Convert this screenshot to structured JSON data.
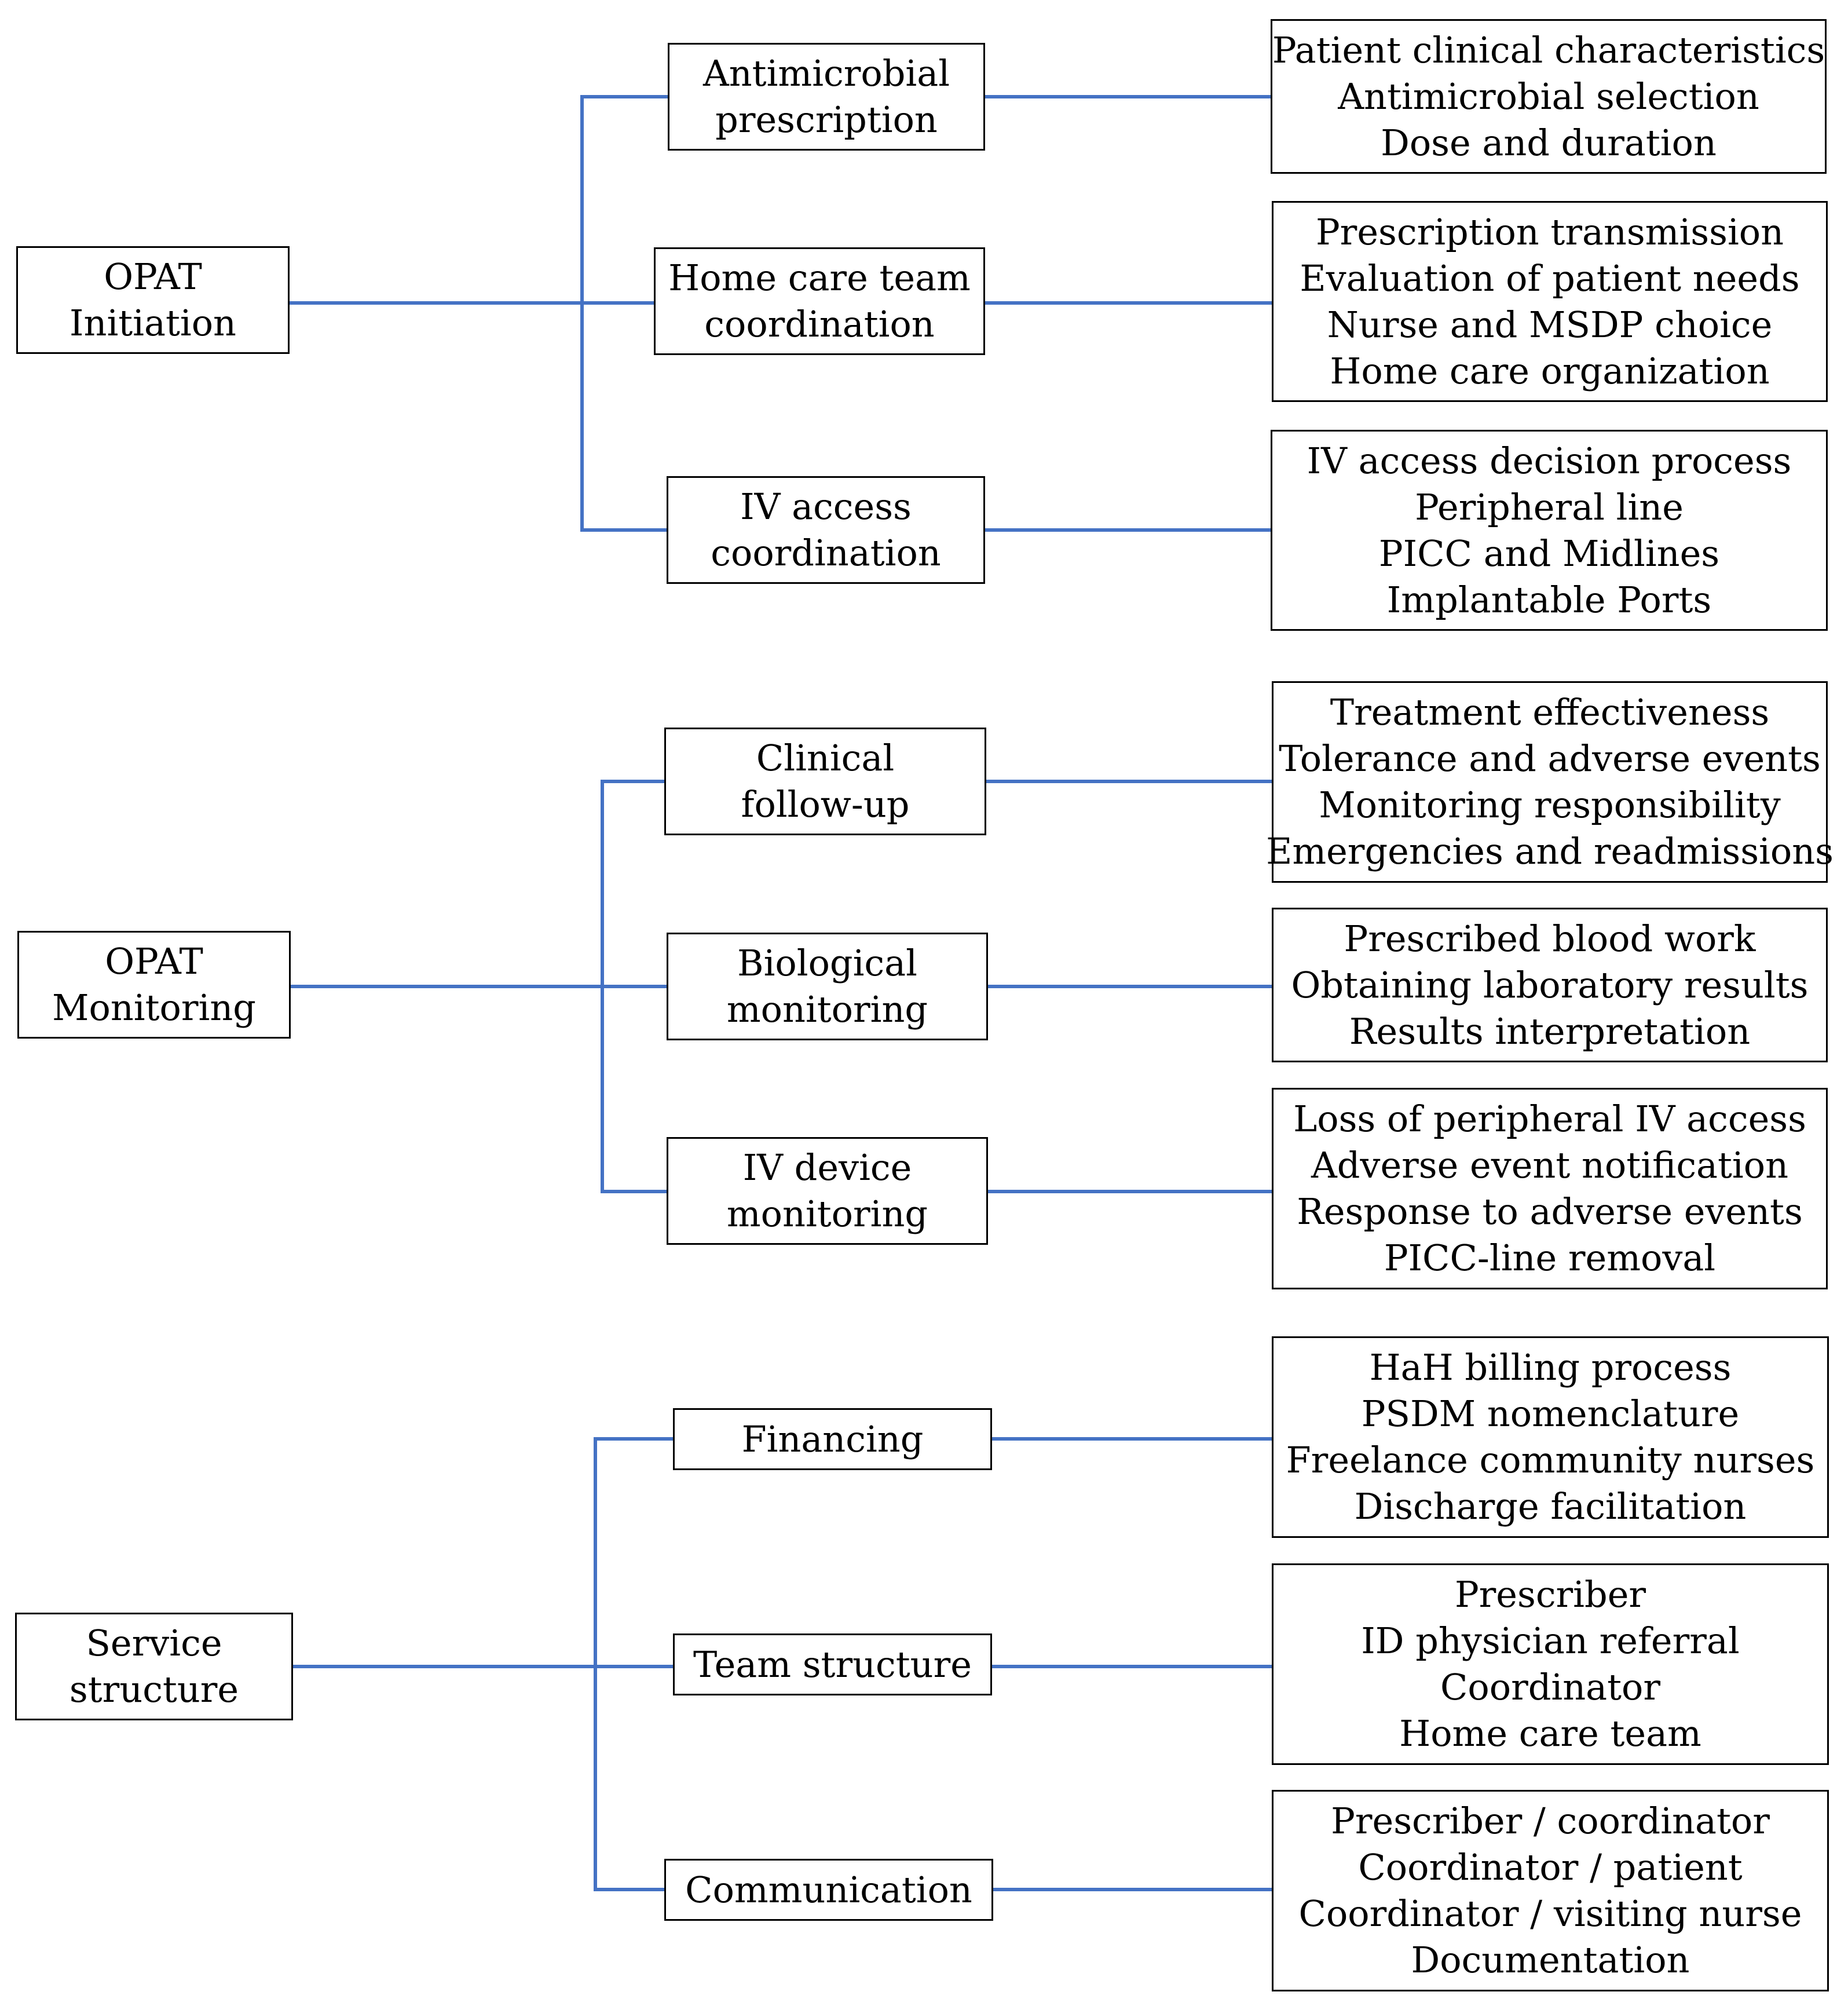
{
  "style": {
    "connector_color": "#4472C4",
    "border_color": "#000000"
  },
  "groups": [
    {
      "root": {
        "lines": [
          "OPAT",
          "Initiation"
        ]
      },
      "children": [
        {
          "label": [
            "Antimicrobial",
            "prescription"
          ],
          "details": [
            "Patient clinical characteristics",
            "Antimicrobial selection",
            "Dose and duration"
          ]
        },
        {
          "label": [
            "Home care team",
            "coordination"
          ],
          "details": [
            "Prescription transmission",
            "Evaluation of patient needs",
            "Nurse and MSDP choice",
            "Home care organization"
          ]
        },
        {
          "label": [
            "IV access",
            "coordination"
          ],
          "details": [
            "IV access decision process",
            "Peripheral line",
            "PICC and Midlines",
            "Implantable Ports"
          ]
        }
      ]
    },
    {
      "root": {
        "lines": [
          "OPAT",
          "Monitoring"
        ]
      },
      "children": [
        {
          "label": [
            "Clinical",
            "follow-up"
          ],
          "details": [
            "Treatment effectiveness",
            "Tolerance and adverse events",
            "Monitoring responsibility",
            "Emergencies and readmissions"
          ]
        },
        {
          "label": [
            "Biological",
            "monitoring"
          ],
          "details": [
            "Prescribed blood work",
            "Obtaining laboratory results",
            "Results interpretation"
          ]
        },
        {
          "label": [
            "IV device",
            "monitoring"
          ],
          "details": [
            "Loss of peripheral IV access",
            "Adverse event notification",
            "Response to adverse events",
            "PICC-line removal"
          ]
        }
      ]
    },
    {
      "root": {
        "lines": [
          "Service",
          "structure"
        ]
      },
      "children": [
        {
          "label": [
            "Financing"
          ],
          "details": [
            "HaH billing process",
            "PSDM nomenclature",
            "Freelance community nurses",
            "Discharge facilitation"
          ]
        },
        {
          "label": [
            "Team structure"
          ],
          "details": [
            "Prescriber",
            "ID physician referral",
            "Coordinator",
            "Home care team"
          ]
        },
        {
          "label": [
            "Communication"
          ],
          "details": [
            "Prescriber / coordinator",
            "Coordinator / patient",
            "Coordinator / visiting nurse",
            "Documentation"
          ]
        }
      ]
    }
  ]
}
